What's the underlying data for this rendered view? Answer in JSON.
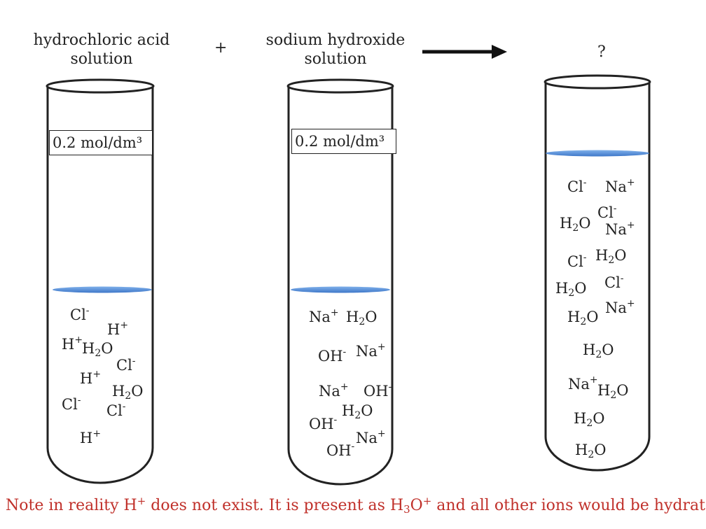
{
  "labels": {
    "hcl_line1": "hydrochloric acid",
    "hcl_line2": "solution",
    "plus": "+",
    "naoh_line1": "sodium hydroxide",
    "naoh_line2": "solution",
    "unknown": "?"
  },
  "concentrations": {
    "hcl": "0.2 mol/dm³",
    "naoh": "0.2 mol/dm³"
  },
  "symbols": {
    "h_plus": "H",
    "cl_minus": "Cl",
    "na_plus": "Na",
    "oh_minus": "OH",
    "water_h": "H",
    "water_sub": "2",
    "water_o": "O",
    "plus_charge": "+",
    "minus_charge": "-"
  },
  "note": {
    "part1": "Note in reality H",
    "sup1": "+",
    "part2": " does not exist. It is present as H",
    "sub": "3",
    "part3": "O",
    "sup2": "+",
    "part4": " and all other ions would be hydrated."
  },
  "colors": {
    "liquid_surface": "#4a86d8",
    "note_text": "#c0302a",
    "tube_outline": "#222222"
  }
}
